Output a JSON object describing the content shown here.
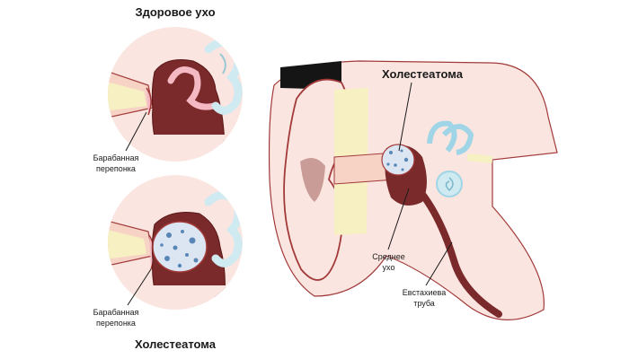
{
  "labels": {
    "healthy_title": "Здоровое ухо",
    "cholesteatoma_top": "Холестеатома",
    "cholesteatoma_bottom": "Холестеатома",
    "eardrum_1": [
      "Барабанная",
      "перепонка"
    ],
    "eardrum_2": [
      "Барабанная",
      "перепонка"
    ],
    "middle_ear": [
      "Среднее",
      "ухо"
    ],
    "eustachian": [
      "Евстахиева",
      "труба"
    ]
  },
  "colors": {
    "background": "#ffffff",
    "circle_bg": "#fbe5e0",
    "skin": "#f7d3c6",
    "skin_outline": "#a23a3a",
    "canal_dark": "#7a2a2a",
    "bone": "#f7f0c2",
    "inner_ear": "#cfeaf1",
    "cyst": "#dbe6f2",
    "cyst_dots": "#5a86b7",
    "hair": "#151515"
  }
}
